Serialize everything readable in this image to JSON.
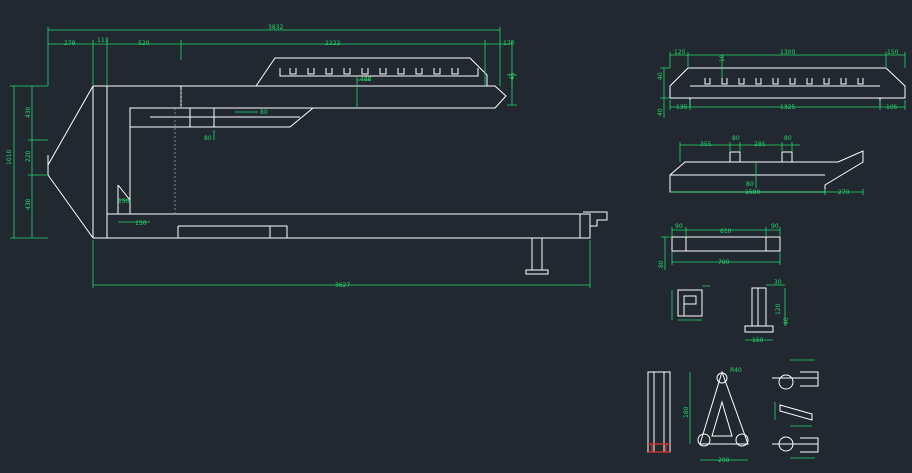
{
  "main_view": {
    "overall_length": "3832",
    "segments": [
      "279",
      "113",
      "520",
      "2222",
      "170"
    ],
    "inner_labels": [
      "488",
      "80",
      "80"
    ],
    "left_heights": [
      "430",
      "220",
      "430"
    ],
    "left_total": "1010",
    "bottom_labels": [
      "150",
      "150"
    ],
    "bottom_length": "3627",
    "end_label": "45"
  },
  "top_right_view": {
    "top": [
      "125",
      "1300",
      "150"
    ],
    "bottom": [
      "135",
      "1325",
      "105"
    ],
    "left": [
      "40",
      "40"
    ],
    "mid": "10"
  },
  "mid_right_view": {
    "top": [
      "355",
      "80",
      "285",
      "80"
    ],
    "center": "80",
    "bottom": [
      "1580",
      "270"
    ]
  },
  "small_plate": {
    "top": [
      "90",
      "610",
      "90"
    ],
    "bottom": "790",
    "left": "80"
  },
  "small_part_right": {
    "top": "30",
    "side": "120",
    "bottom": "150",
    "mid": "40"
  },
  "bottom_parts": {
    "top_label": "R40",
    "height": "180",
    "bottom": "200"
  }
}
